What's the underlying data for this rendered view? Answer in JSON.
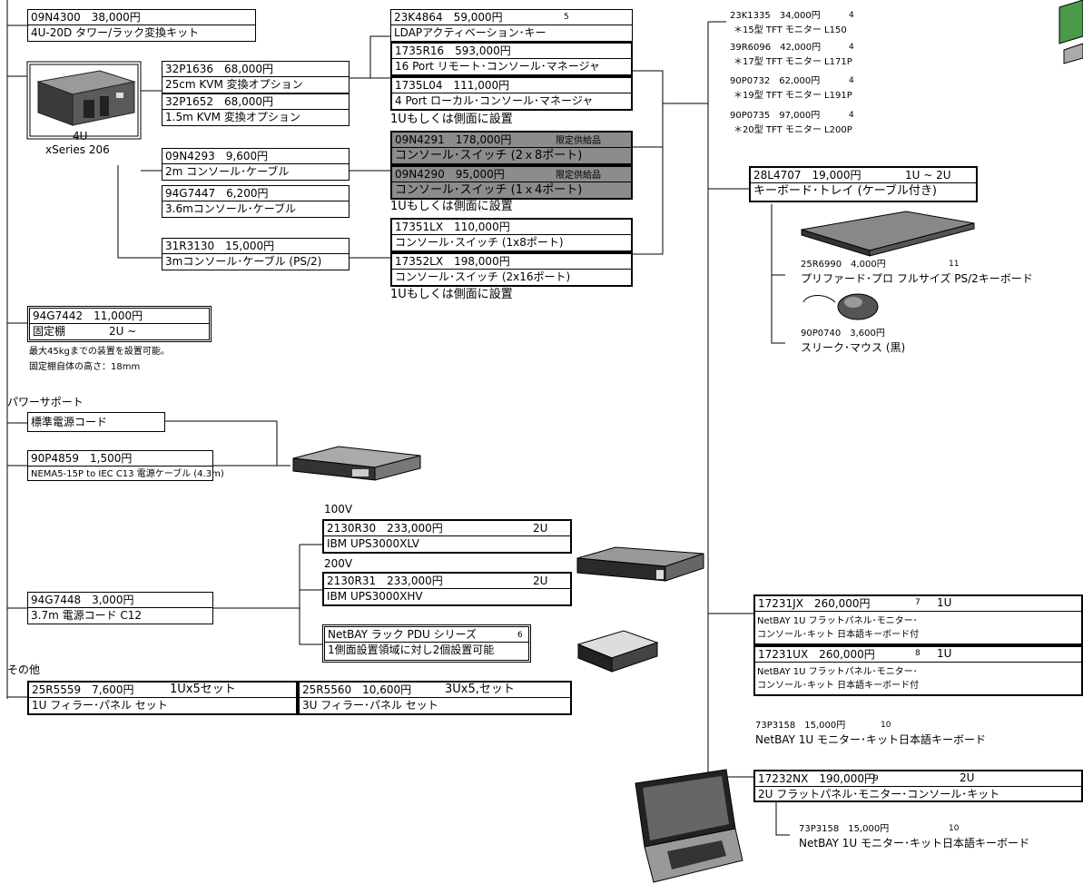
{
  "server": {
    "label_4u": "4U",
    "label_name": "xSeries 206"
  },
  "tower_kit": {
    "line1": "09N4300　38,000円",
    "line2": "4U-20D タワー/ラック変換キット"
  },
  "kvm_opts": [
    {
      "line1": "32P1636　68,000円",
      "line2": "25cm KVM 変換オプション"
    },
    {
      "line1": "32P1652　68,000円",
      "line2": "1.5m KVM 変換オプション"
    }
  ],
  "ldap": {
    "line1": "23K4864　59,000円",
    "num": "5",
    "line2": "LDAPアクティベーション･キー"
  },
  "console_mgr": [
    {
      "line1": "1735R16　593,000円",
      "line2": "16 Port リモート･コンソール･マネージャ"
    },
    {
      "line1": "1735L04　111,000円",
      "line2": "4 Port ローカル･コンソール･マネージャ"
    }
  ],
  "side_mount_note": "1Uもしくは側面に設置",
  "console_cables": [
    {
      "line1": "09N4293　9,600円",
      "line2": "2m コンソール･ケーブル"
    },
    {
      "line1": "94G7447　6,200円",
      "line2": "3.6mコンソール･ケーブル"
    }
  ],
  "ps2_cable": {
    "line1": "31R3130　15,000円",
    "line2": "3mコンソール･ケーブル (PS/2)"
  },
  "gray_switches": [
    {
      "line1": "09N4291　178,000円",
      "limited": "限定供給品",
      "line2": "コンソール･スイッチ (2ｘ8ポート)"
    },
    {
      "line1": "09N4290　95,000円",
      "limited": "限定供給品",
      "line2": "コンソール･スイッチ (1ｘ4ポート)"
    }
  ],
  "switches": [
    {
      "line1": "17351LX　110,000円",
      "line2": "コンソール･スイッチ (1x8ポート)"
    },
    {
      "line1": "17352LX　198,000円",
      "line2": "コンソール･スイッチ (2x16ポート)"
    }
  ],
  "monitors": [
    {
      "line1": "23K1335　34,000円",
      "num": "4",
      "line2": "＊15型 TFT モニター L150"
    },
    {
      "line1": "39R6096　42,000円",
      "num": "4",
      "line2": "＊17型 TFT モニター L171P"
    },
    {
      "line1": "90P0732　62,000円",
      "num": "4",
      "line2": "＊19型 TFT モニター L191P"
    },
    {
      "line1": "90P0735　97,000円",
      "num": "4",
      "line2": "＊20型 TFT モニター L200P"
    }
  ],
  "kb_tray": {
    "line1": "28L4707　19,000円",
    "size": "1U ~ 2U",
    "line2": "キーボード･トレイ (ケーブル付き)"
  },
  "keyboard": {
    "line1": "25R6990　4,000円",
    "num": "11",
    "line2": "プリファード･プロ フルサイズ PS/2キーボード"
  },
  "mouse": {
    "line1": "90P0740　3,600円",
    "line2": "スリーク･マウス (黒)"
  },
  "shelf": {
    "line1": "94G7442　11,000円",
    "line2a": "固定棚",
    "line2b": "2U ~",
    "note1": "最大45kgまでの装置を設置可能。",
    "note2": "固定棚自体の高さ：18mm"
  },
  "power_support": {
    "title": "パワーサポート",
    "std_cord": "標準電源コード",
    "nema_line1": "90P4859　1,500円",
    "nema_line2": "NEMA5-15P to IEC C13 電源ケーブル (4.3m)"
  },
  "ups": {
    "v100": "100V",
    "v200": "200V",
    "items": [
      {
        "line1": "2130R30　233,000円",
        "size": "2U",
        "line2": "IBM UPS3000XLV"
      },
      {
        "line1": "2130R31　233,000円",
        "size": "2U",
        "line2": "IBM UPS3000XHV"
      }
    ]
  },
  "pdu": {
    "line1": "NetBAY ラック PDU シリーズ",
    "num": "6",
    "line2": "1側面設置領域に対し2個設置可能"
  },
  "c12_cord": {
    "line1": "94G7448　3,000円",
    "line2": "3.7m 電源コード C12"
  },
  "others": {
    "title": "その他",
    "fillers": [
      {
        "line1": "25R5559　7,600円",
        "size": "1Ux5セット",
        "line2": "1U フィラー･パネル セット"
      },
      {
        "line1": "25R5560　10,600円",
        "size": "3Ux5,セット",
        "line2": "3U フィラー･パネル セット"
      }
    ]
  },
  "flat_kits": [
    {
      "line1": "17231JX　260,000円",
      "num": "7",
      "size": "1U",
      "line2": "NetBAY 1U フラットパネル･モニター･",
      "line3": "コンソール･キット 日本語キーボード付"
    },
    {
      "line1": "17231UX　260,000円",
      "num": "8",
      "size": "1U",
      "line2": "NetBAY 1U フラットパネル･モニター･",
      "line3": "コンソール･キット 日本語キーボード付"
    }
  ],
  "kit_kb": {
    "line1": "73P3158　15,000円",
    "num": "10",
    "line2": "NetBAY 1U モニター･キット日本語キーボード"
  },
  "flat_2u": {
    "line1": "17232NX　190,000円",
    "num": "9",
    "size": "2U",
    "line2": "2U フラットパネル･モニター･コンソール･キット"
  },
  "kit_kb2": {
    "line1": "73P3158　15,000円",
    "num": "10",
    "line2": "NetBAY 1U モニター･キット日本語キーボード"
  }
}
